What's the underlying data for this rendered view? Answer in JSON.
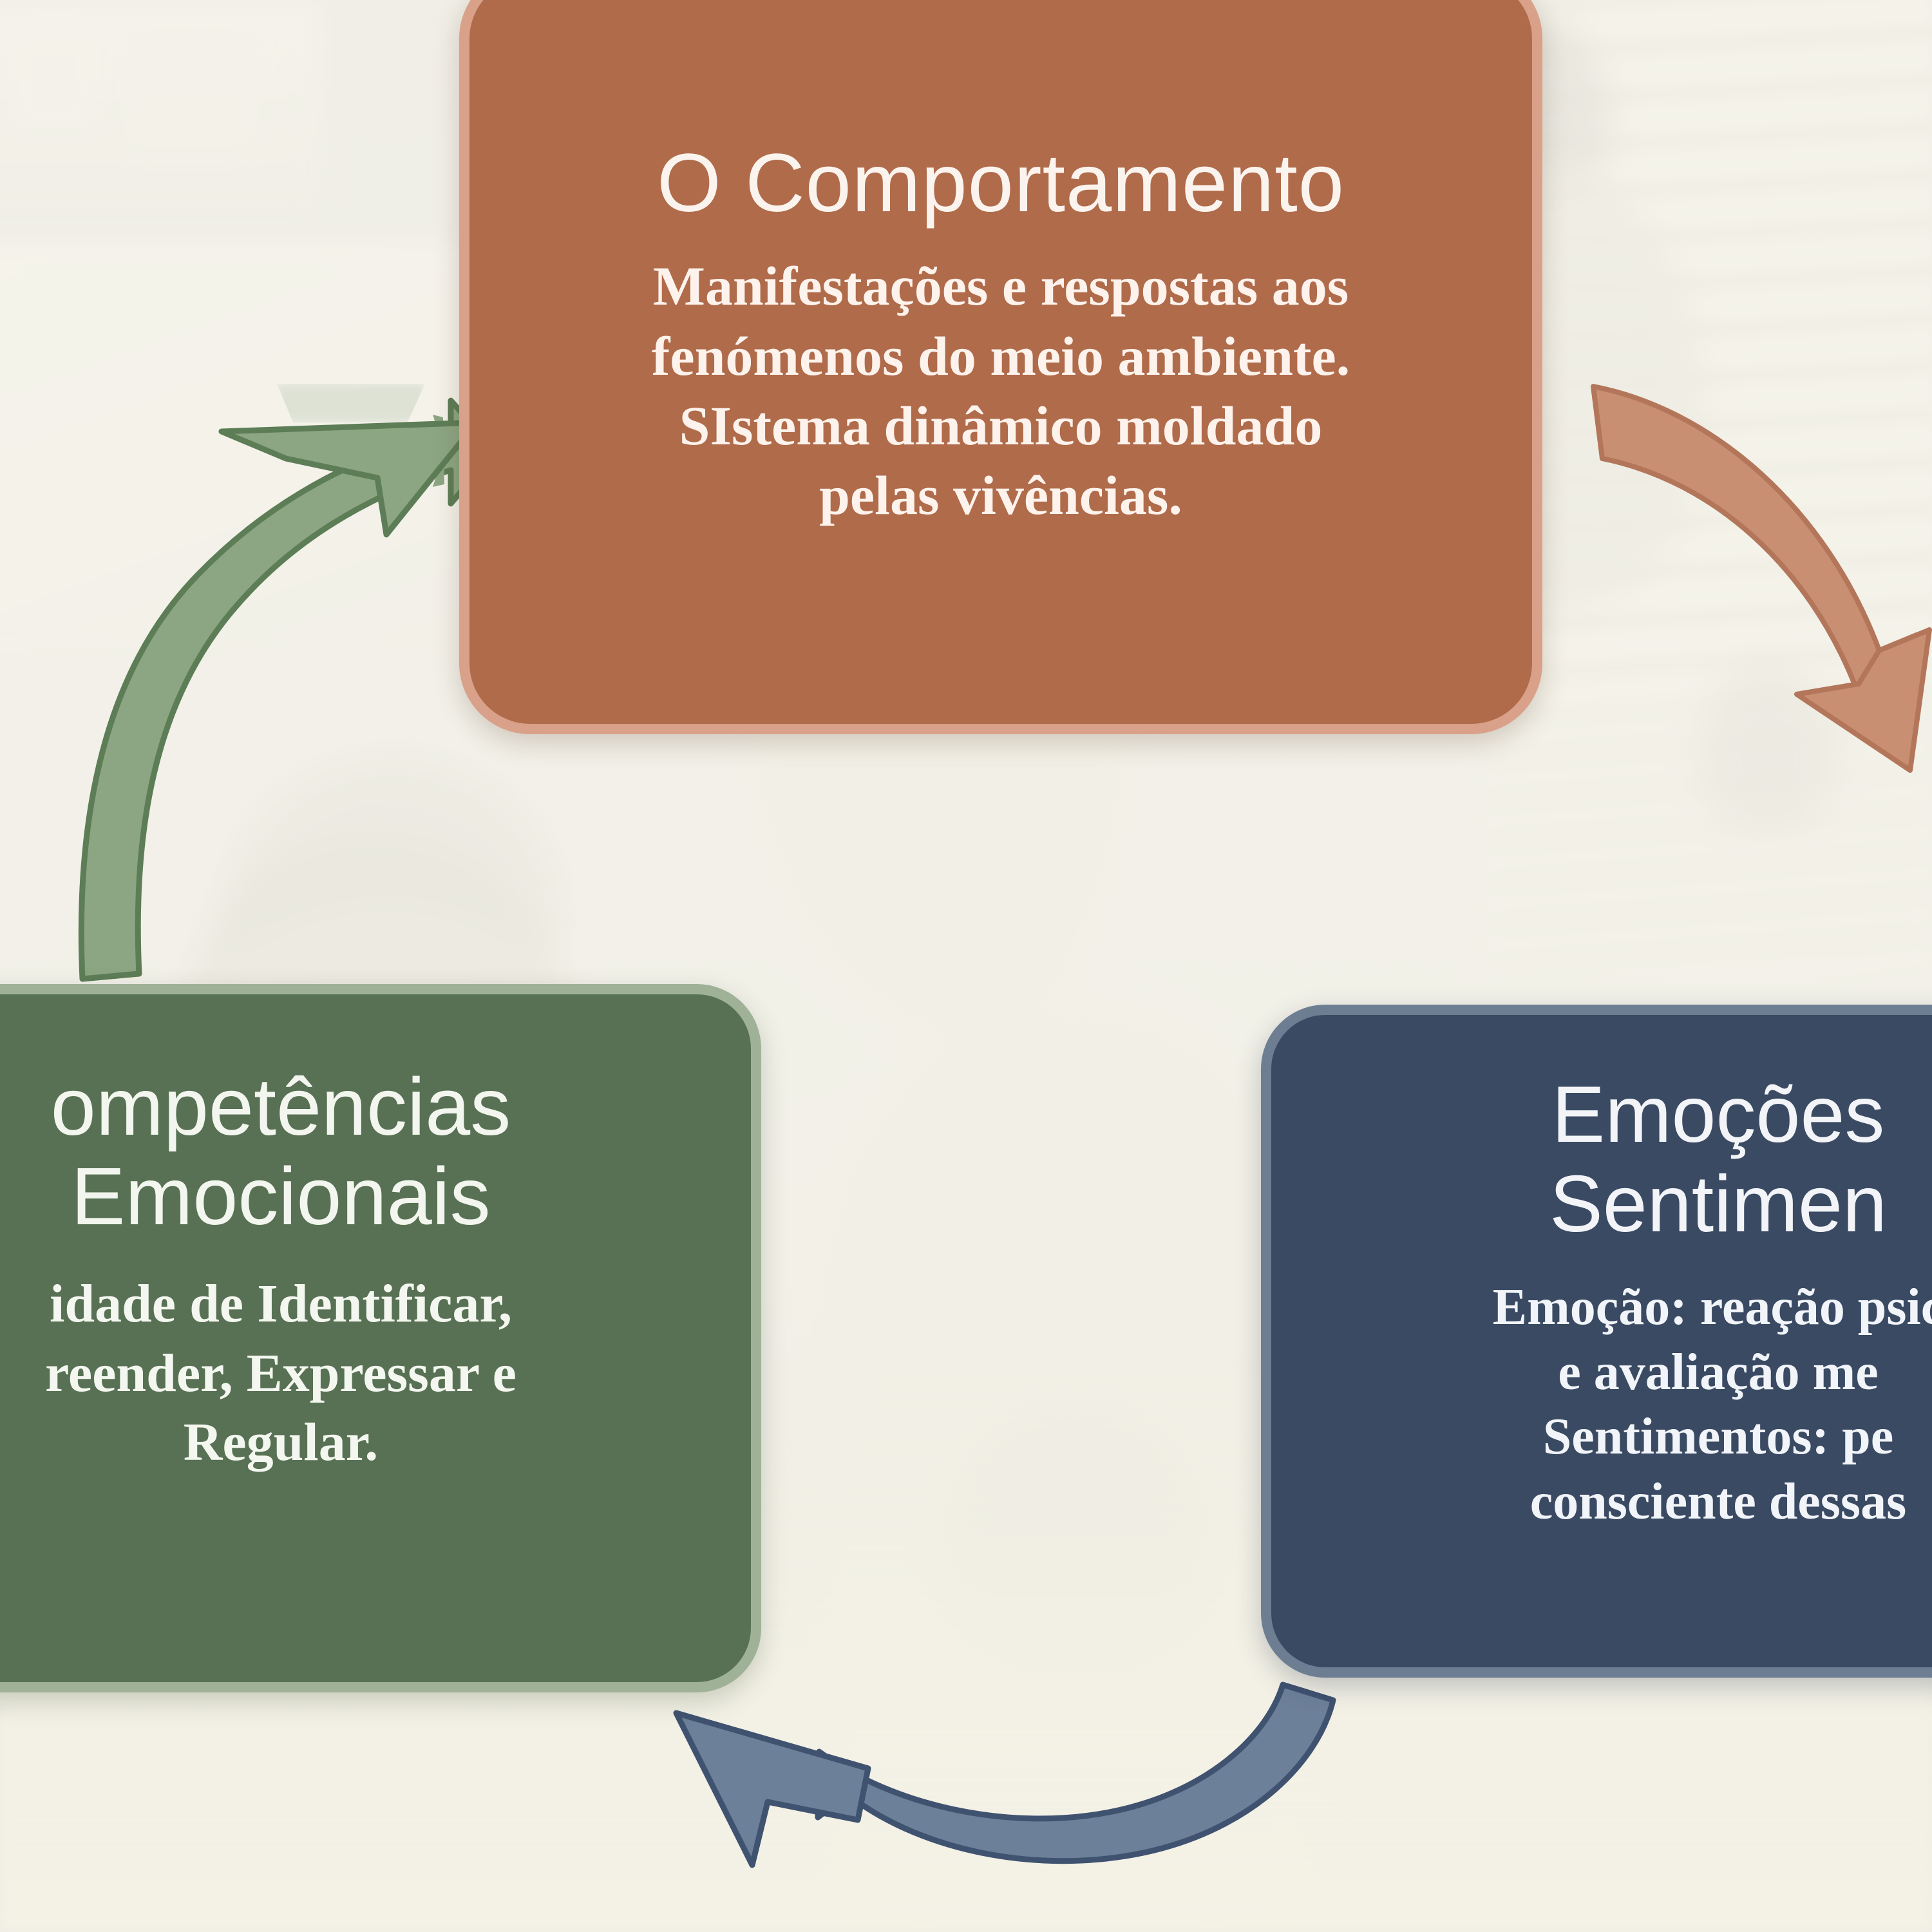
{
  "slide": {
    "background_description": "faded classroom photo",
    "colors": {
      "orange_card": "#b06b4b",
      "orange_border": "#d9a189",
      "green_card": "#587154",
      "green_border": "#9fb298",
      "blue_card": "#3a4a63",
      "blue_border": "#6d7e93",
      "green_arrow": "#8ca582",
      "orange_arrow": "#c98f73",
      "blue_arrow": "#6d8099"
    }
  },
  "cards": {
    "behaviour": {
      "title": "O Comportamento",
      "body_lines": [
        "Manifestações e respostas aos",
        "fenómenos do meio ambiente.",
        "SIstema dinâmico moldado",
        "pelas vivências."
      ]
    },
    "competences": {
      "title_lines": [
        "ompetências",
        "Emocionais"
      ],
      "body_lines": [
        "idade de Identificar,",
        "reender, Expressar e",
        "Regular."
      ]
    },
    "emotions": {
      "title_lines": [
        "Emoções",
        "Sentimen"
      ],
      "body_lines": [
        "Emoção: reação psic",
        "e avaliação me",
        "Sentimentos: pe",
        "consciente dessas"
      ]
    }
  },
  "arrows": [
    {
      "name": "green-arrow-competences-to-behaviour",
      "direction": "up-right"
    },
    {
      "name": "orange-arrow-behaviour-to-emotions",
      "direction": "down-right"
    },
    {
      "name": "blue-arrow-emotions-to-competences",
      "direction": "left"
    }
  ]
}
